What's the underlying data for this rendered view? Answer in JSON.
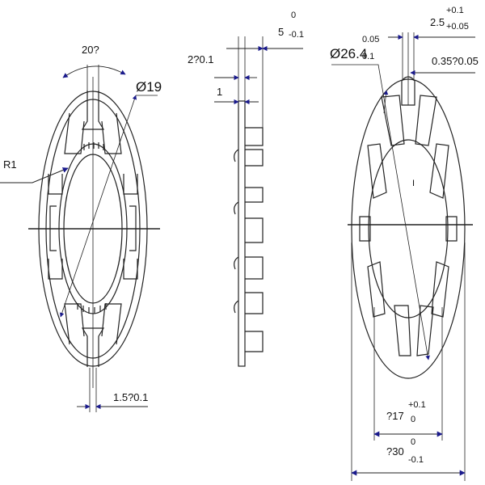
{
  "left_view": {
    "angle": "20?",
    "diameter": "Ø19",
    "radius": "R1",
    "slot_width": "1.5?0.1"
  },
  "side_view": {
    "thickness_main": "5",
    "thickness_upper": "0",
    "thickness_lower": "-0.1",
    "width_tol": "2?0.1",
    "width_one": "1"
  },
  "right_view": {
    "diameter": "Ø26.4",
    "diameter_tol_upper": "0.05",
    "diameter_tol_lower": "0.1",
    "gap_main": "2.5",
    "gap_upper": "+0.1",
    "gap_lower": "+0.05",
    "gap_tol": "0.35?0.05",
    "inner_main": "?17",
    "inner_upper": "+0.1",
    "inner_lower": "0",
    "outer_main": "?30",
    "outer_upper": "0",
    "outer_lower": "-0.1",
    "center_mark": "I"
  },
  "colors": {
    "line": "#222222",
    "arrow": "#1a1a8c"
  }
}
